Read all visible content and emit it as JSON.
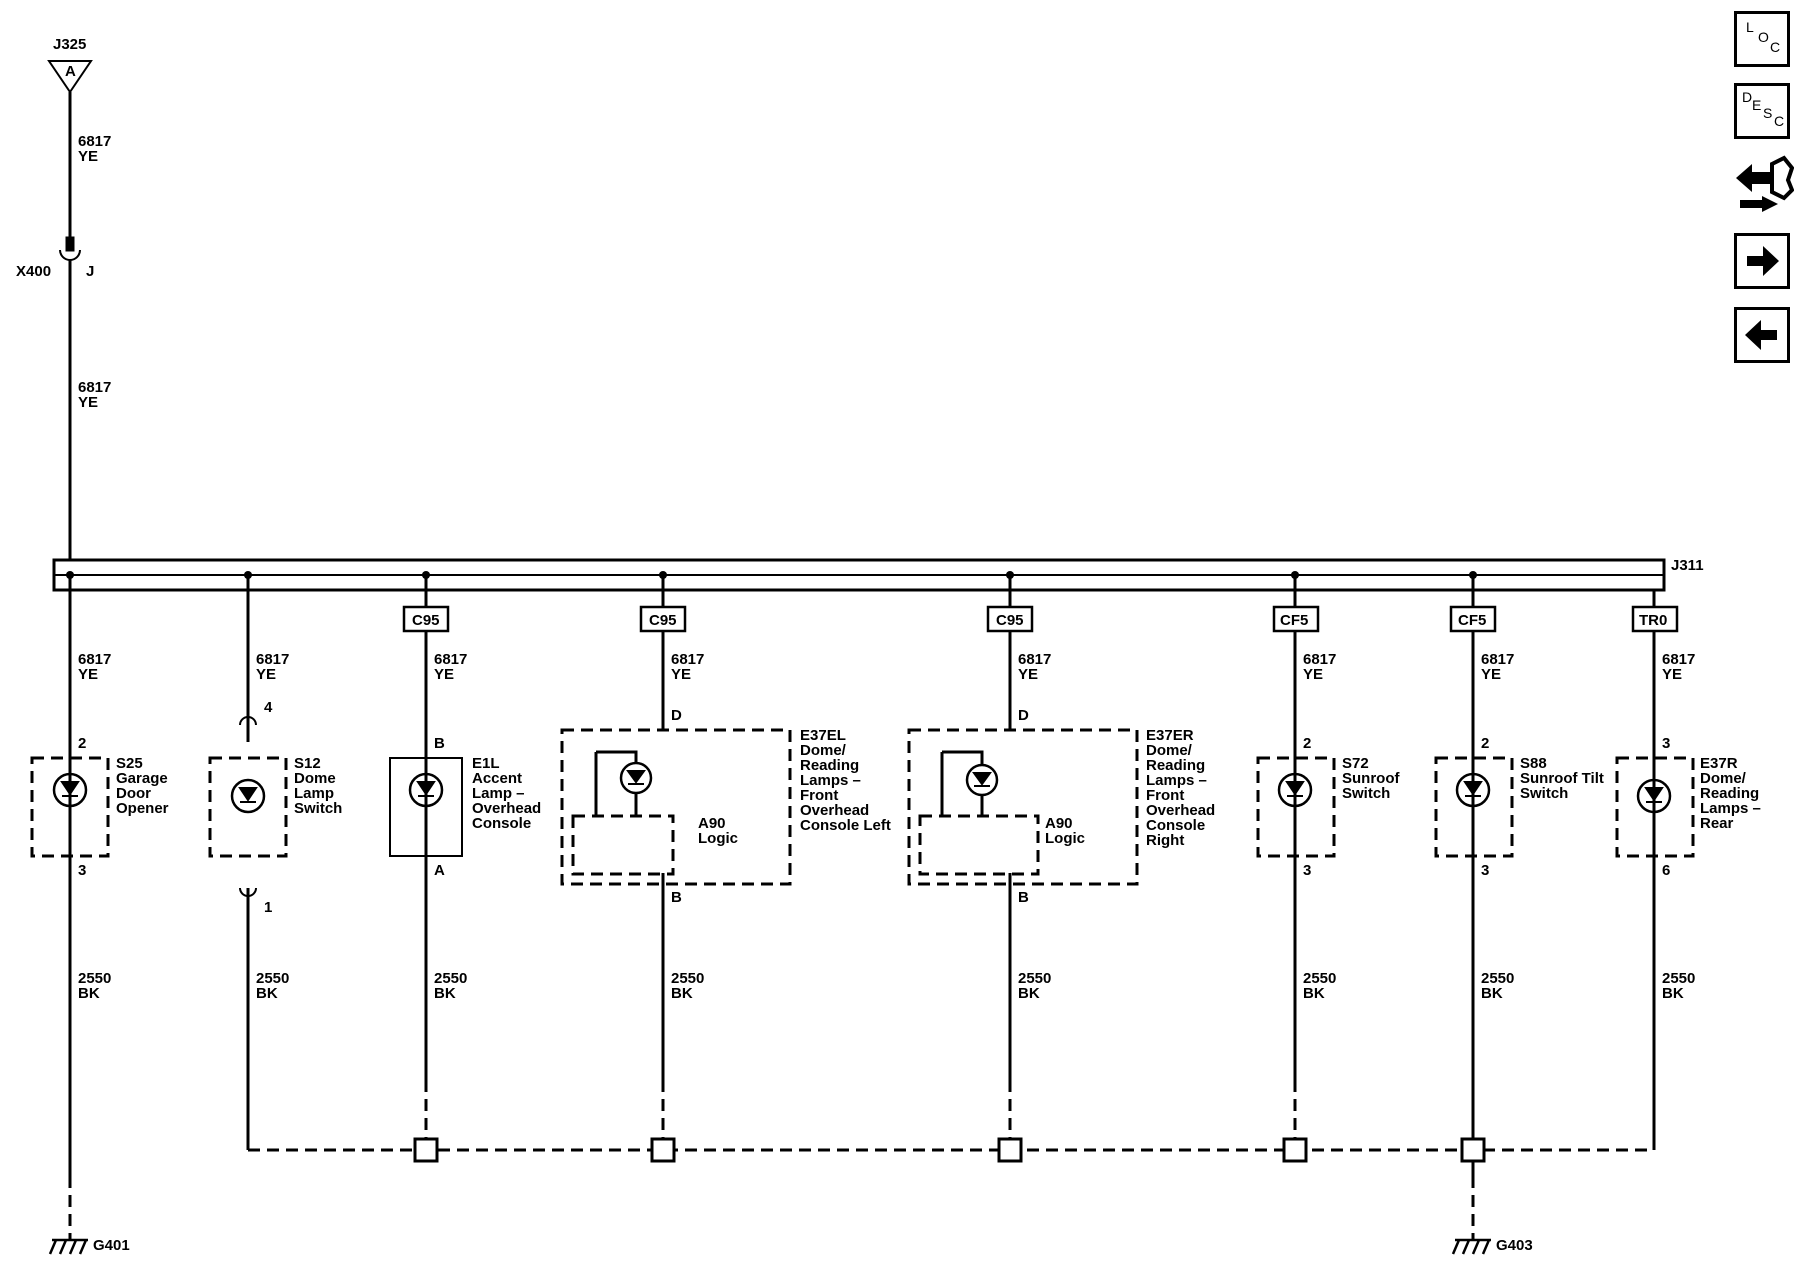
{
  "connectors": {
    "top_ref": "J325",
    "top_pin": "A",
    "inline_id": "X400",
    "inline_pin": "J",
    "splice_pack": "J311"
  },
  "wires": {
    "feed_circuit": "6817",
    "feed_color": "YE",
    "ground_circuit": "2550",
    "ground_color": "BK"
  },
  "branch_tags": [
    "C95",
    "C95",
    "C95",
    "CF5",
    "CF5",
    "TR0"
  ],
  "components": [
    {
      "id": "S25",
      "lines": [
        "Garage",
        "Door",
        "Opener"
      ],
      "pin_top": "2",
      "pin_bottom": "3"
    },
    {
      "id": "S12",
      "lines": [
        "Dome",
        "Lamp",
        "Switch"
      ],
      "pin_top": "4",
      "pin_bottom": "1"
    },
    {
      "id": "E1L",
      "lines": [
        "Accent",
        "Lamp –",
        "Overhead",
        "Console"
      ],
      "pin_top": "B",
      "pin_bottom": "A"
    },
    {
      "id": "E37EL",
      "lines": [
        "Dome/",
        "Reading",
        "Lamps –",
        "Front",
        "Overhead",
        "Console Left"
      ],
      "pin_top": "D",
      "pin_bottom": "B",
      "sub_id": "A90",
      "sub_label": "Logic"
    },
    {
      "id": "E37ER",
      "lines": [
        "Dome/",
        "Reading",
        "Lamps –",
        "Front",
        "Overhead",
        "Console",
        "Right"
      ],
      "pin_top": "D",
      "pin_bottom": "B",
      "sub_id": "A90",
      "sub_label": "Logic"
    },
    {
      "id": "S72",
      "lines": [
        "Sunroof",
        "Switch"
      ],
      "pin_top": "2",
      "pin_bottom": "3"
    },
    {
      "id": "S88",
      "lines": [
        "Sunroof Tilt",
        "Switch"
      ],
      "pin_top": "2",
      "pin_bottom": "3"
    },
    {
      "id": "E37R",
      "lines": [
        "Dome/",
        "Reading",
        "Lamps –",
        "Rear"
      ],
      "pin_top": "3",
      "pin_bottom": "6"
    }
  ],
  "grounds": [
    "G401",
    "G403"
  ],
  "nav": {
    "loc": [
      "L",
      "O",
      "C"
    ],
    "desc": [
      "D",
      "E",
      "S",
      "C"
    ],
    "icons": [
      "loc-icon",
      "desc-icon",
      "connector-icon",
      "next-page-arrow-icon",
      "previous-page-arrow-icon"
    ]
  }
}
